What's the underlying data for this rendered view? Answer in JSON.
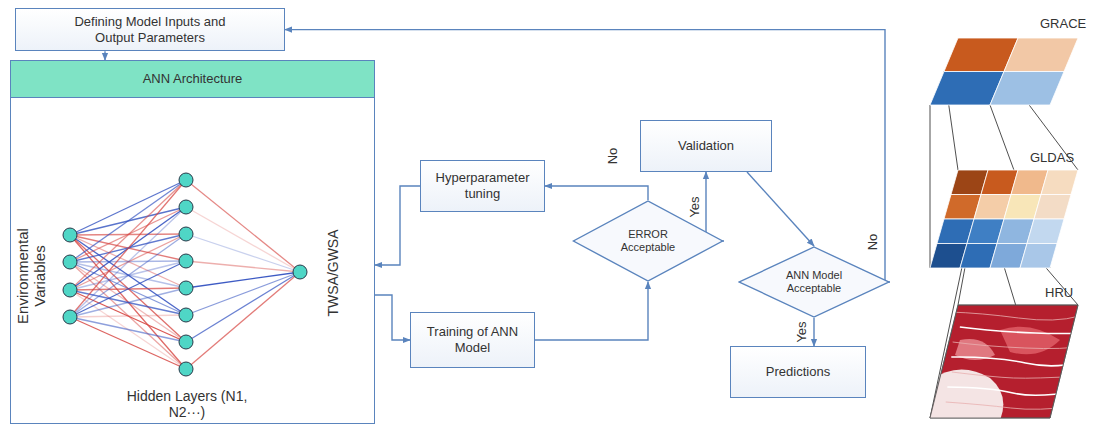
{
  "diagram": {
    "nodes": [
      {
        "text": [
          "Defining Model Inputs and Output Parameters"
        ]
      },
      {
        "text": [
          "ANN Architecture",
          "Environmental Variables",
          "Hidden Layers (N1, N2···)",
          "TWSA/GWSA"
        ]
      },
      {
        "text": [
          "Hyperparameter tuning"
        ]
      },
      {
        "text": [
          "Training of ANN Model"
        ]
      },
      {
        "text": [
          "ERROR Acceptable"
        ]
      },
      {
        "text": [
          "Validation"
        ]
      },
      {
        "text": [
          "ANN Model Acceptable"
        ]
      },
      {
        "text": [
          "Predictions"
        ]
      }
    ],
    "edges": [
      {
        "from": 0,
        "to": 1,
        "arrow": "to"
      },
      {
        "from": 1,
        "to": 3,
        "arrow": "to"
      },
      {
        "from": 3,
        "to": 4,
        "arrow": "to"
      },
      {
        "from": 4,
        "to": 2,
        "label": "No",
        "arrow": "to"
      },
      {
        "from": 4,
        "to": 5,
        "label": "Yes",
        "arrow": "to"
      },
      {
        "from": 5,
        "to": 6,
        "arrow": "to"
      },
      {
        "from": 6,
        "to": 7,
        "label": "Yes",
        "arrow": "to"
      },
      {
        "from": 6,
        "to": 0,
        "label": "No",
        "arrow": "to"
      },
      {
        "from": 2,
        "to": 1,
        "arrow": "to"
      }
    ],
    "labels": [
      "GRACE",
      "GLDAS",
      "HRU"
    ]
  }
}
